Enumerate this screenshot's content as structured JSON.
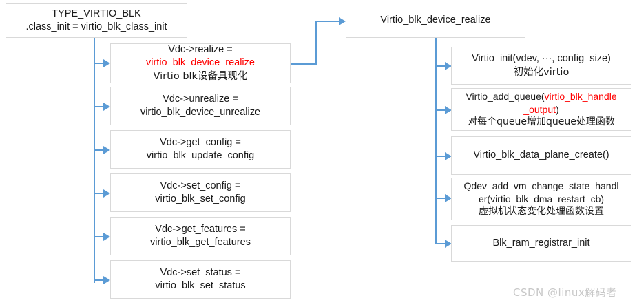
{
  "diagram": {
    "title_node": {
      "line1": "TYPE_VIRTIO_BLK",
      "line2": ".class_init = virtio_blk_class_init"
    },
    "left_column": [
      {
        "name": "vdc-realize",
        "line1": "Vdc->realize =",
        "line2": "virtio_blk_device_realize",
        "line2_color": "#ff0000",
        "line3": "Virtio blk设备具现化"
      },
      {
        "name": "vdc-unrealize",
        "line1": "Vdc->unrealize =",
        "line2": "virtio_blk_device_unrealize"
      },
      {
        "name": "vdc-get-config",
        "line1": "Vdc->get_config =",
        "line2": "virtio_blk_update_config"
      },
      {
        "name": "vdc-set-config",
        "line1": "Vdc->set_config =",
        "line2": "virtio_blk_set_config"
      },
      {
        "name": "vdc-get-features",
        "line1": "Vdc->get_features =",
        "line2": "virtio_blk_get_features"
      },
      {
        "name": "vdc-set-status",
        "line1": "Vdc->set_status =",
        "line2": "virtio_blk_set_status"
      }
    ],
    "right_header": {
      "name": "virtio-blk-device-realize",
      "line1": "Virtio_blk_device_realize"
    },
    "right_column": [
      {
        "name": "virtio-init",
        "line1": "Virtio_init(vdev, ···, config_size)",
        "line2": "初始化virtio"
      },
      {
        "name": "virtio-add-queue",
        "line1_a": "Virtio_add_queue(",
        "line1_b": "virtio_blk_handle",
        "line2_b": "_output",
        "line2_a": ")",
        "line1_b_color": "#ff0000",
        "line3": "对每个queue增加queue处理函数"
      },
      {
        "name": "virtio-blk-data-plane-create",
        "line1": "Virtio_blk_data_plane_create()"
      },
      {
        "name": "qdev-add-vm-change-state-handler",
        "line1": "Qdev_add_vm_change_state_handl",
        "line2": "er(virtio_blk_dma_restart_cb)",
        "line3": "虚拟机状态变化处理函数设置"
      },
      {
        "name": "blk-ram-registrar-init",
        "line1": "Blk_ram_registrar_init"
      }
    ],
    "watermark": "CSDN @linux解码者",
    "colors": {
      "connector": "#5b9bd5",
      "box_border": "#d9d9d9",
      "highlight": "#ff0000",
      "watermark": "#c8c8c8"
    }
  }
}
